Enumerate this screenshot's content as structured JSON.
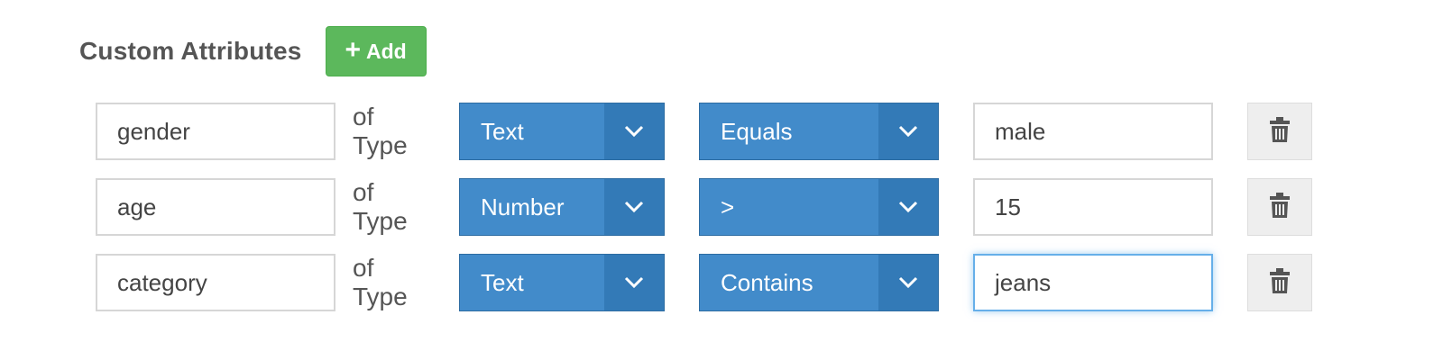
{
  "header": {
    "title": "Custom Attributes",
    "add_label": "Add"
  },
  "rows": [
    {
      "name": "gender",
      "of_type_label": "of Type",
      "type": "Text",
      "operator": "Equals",
      "value": "male",
      "focused": false
    },
    {
      "name": "age",
      "of_type_label": "of Type",
      "type": "Number",
      "operator": ">",
      "value": "15",
      "focused": false
    },
    {
      "name": "category",
      "of_type_label": "of Type",
      "type": "Text",
      "operator": "Contains",
      "value": "jeans",
      "focused": true
    }
  ],
  "icons": {
    "add": "plus-icon",
    "dropdown": "chevron-down-icon",
    "delete": "trash-icon"
  },
  "colors": {
    "select_bg": "#428bca",
    "select_caret_bg": "#337ab7",
    "add_button": "#5cb85c",
    "focus_border": "#66afe9"
  }
}
